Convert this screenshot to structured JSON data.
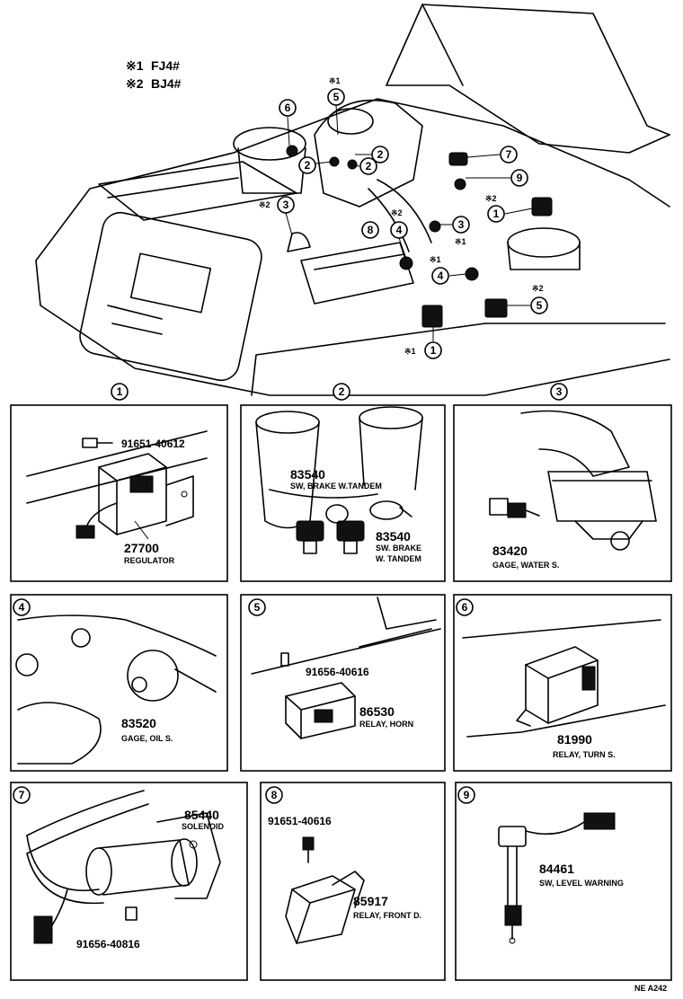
{
  "legend": [
    {
      "mark": "※1",
      "text": "FJ4#"
    },
    {
      "mark": "※2",
      "text": "BJ4#"
    }
  ],
  "overview_callouts": {
    "c6": "6",
    "c5": "5",
    "c5_mark": "※1",
    "c2a": "2",
    "c2b": "2",
    "c2c": "2",
    "c7": "7",
    "c9": "9",
    "c1a": "1",
    "c1a_mark": "※2",
    "c3a": "3",
    "c3a_mark": "※2",
    "c8": "8",
    "c4a": "4",
    "c4a_mark": "※2",
    "c3b": "3",
    "c3b_mark": "※1",
    "c4b": "4",
    "c4b_mark": "※1",
    "c5b": "5",
    "c5b_mark": "※2",
    "c1b": "1",
    "c1b_mark": "※1"
  },
  "panel_headers": {
    "p1": "1",
    "p2": "2",
    "p3": "3"
  },
  "panels": {
    "p1": {
      "num": "1",
      "part1": "91651-40612",
      "part2": "27700",
      "name2": "REGULATOR"
    },
    "p2": {
      "num": "2",
      "part1": "83540",
      "name1": "SW, BRAKE W.TANDEM",
      "part2": "83540",
      "name2a": "SW. BRAKE",
      "name2b": "W. TANDEM"
    },
    "p3": {
      "num": "3",
      "part1": "83420",
      "name1": "GAGE, WATER S."
    },
    "p4": {
      "num": "4",
      "part1": "83520",
      "name1": "GAGE, OIL S."
    },
    "p5": {
      "num": "5",
      "part1": "91656-40616",
      "part2": "86530",
      "name2": "RELAY, HORN"
    },
    "p6": {
      "num": "6",
      "part1": "81990",
      "name1": "RELAY, TURN S."
    },
    "p7": {
      "num": "7",
      "part1": "85440",
      "name1": "SOLENOID",
      "part2": "91656-40816"
    },
    "p8": {
      "num": "8",
      "part1": "91651-40616",
      "part2": "85917",
      "name2": "RELAY, FRONT D."
    },
    "p9": {
      "num": "9",
      "part1": "84461",
      "name1": "SW, LEVEL WARNING"
    }
  },
  "footer_code": "NE A242"
}
